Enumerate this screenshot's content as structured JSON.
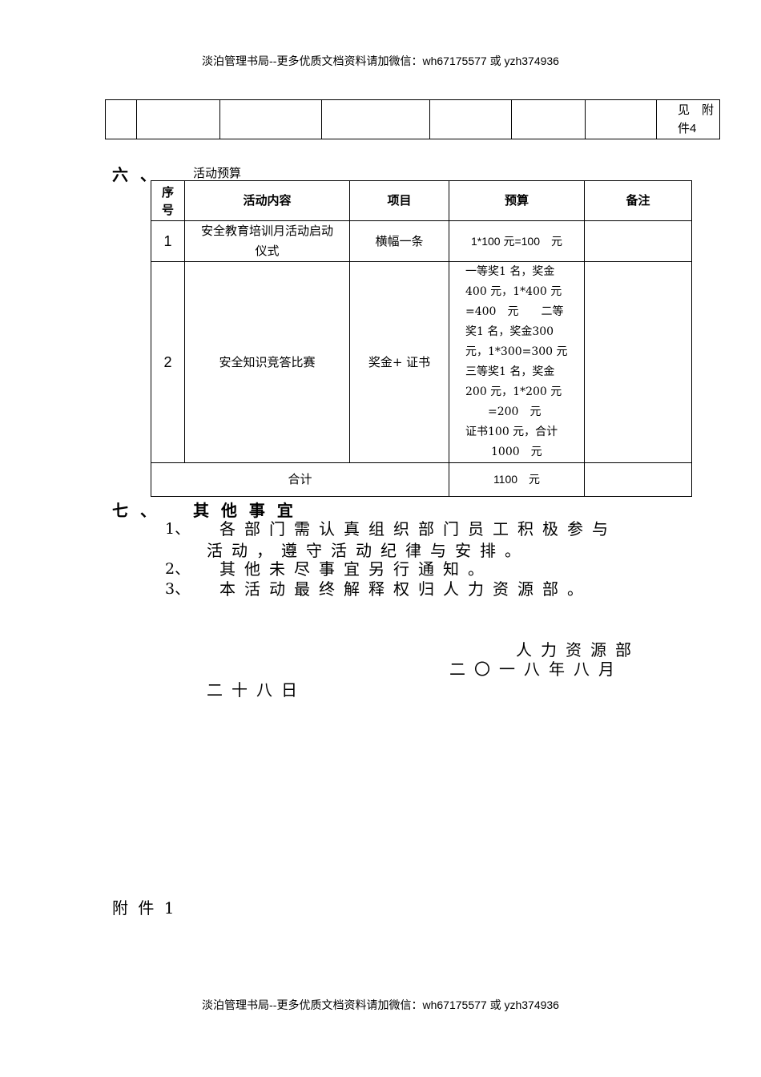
{
  "header": {
    "text_cn": "淡泊管理书局--更多优质文档资料请加微信：",
    "text_id": "wh67175577 或 yzh374936"
  },
  "top_table": {
    "last_cell_line1": "见　附",
    "last_cell_line2": "件4"
  },
  "section6": {
    "number": "六 、",
    "title": "活动预算"
  },
  "budget_table": {
    "headers": [
      "序号",
      "活动内容",
      "项目",
      "预算",
      "备注"
    ],
    "header_seq_line1": "序",
    "header_seq_line2": "号",
    "rows": [
      {
        "seq": "1",
        "content_line1": "安全教育培训月活动启动",
        "content_line2": "仪式",
        "item": "横幅一条",
        "budget_lines": [
          "1*100 元=100　元"
        ],
        "note": ""
      },
      {
        "seq": "2",
        "content_line1": "安全知识竞答比赛",
        "content_line2": "",
        "item": "奖金+ 证书",
        "budget_lines": [
          "一等奖1 名，奖金",
          "400 元，1*400 元",
          "=400　元　　二等",
          "奖1 名，奖金300",
          "元，1*300=300 元",
          "三等奖1 名，奖金",
          "200 元，1*200 元",
          "=200　元",
          "证书100 元，合计",
          "1000　元"
        ],
        "note": ""
      }
    ],
    "total_label": "合计",
    "total_value": "1100　元",
    "total_note": ""
  },
  "section7": {
    "number": "七 、",
    "title": "其 他 事 宜",
    "items": [
      {
        "num": "1、",
        "line1": "各部门需认真组织部门员工积极参与",
        "line2": "活动，遵守活动纪律与安排。"
      },
      {
        "num": "2、",
        "line1": "其他未尽事宜另行通知。",
        "line2": ""
      },
      {
        "num": "3、",
        "line1": "本活动最终解释权归人力资源部。",
        "line2": ""
      }
    ]
  },
  "signature": {
    "department": "人力资源部",
    "date_line1": "二〇一八年八月",
    "date_line2": "二十八日"
  },
  "attachment": {
    "label": "附 件 1"
  },
  "footer": {
    "text_cn": "淡泊管理书局--更多优质文档资料请加微信：",
    "text_id": "wh67175577 或 yzh374936"
  }
}
